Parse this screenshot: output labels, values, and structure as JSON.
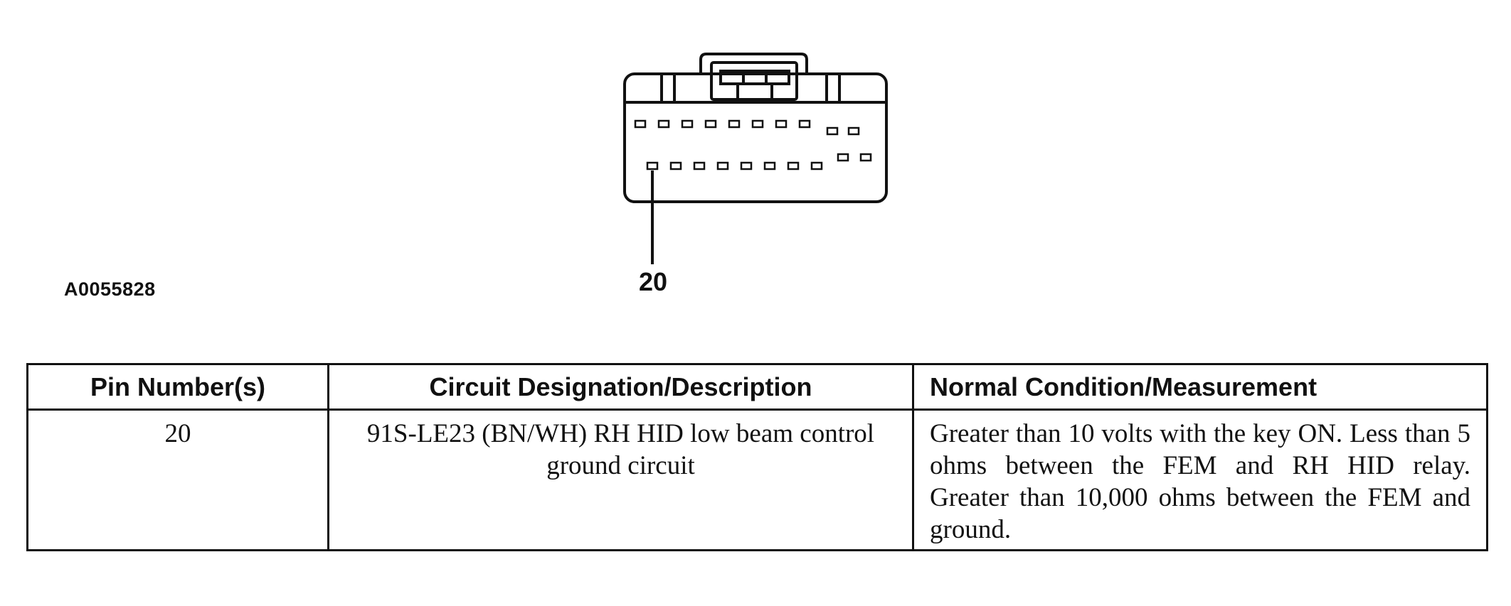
{
  "figure": {
    "id_label": "A0055828",
    "pin_callout": "20"
  },
  "table": {
    "headers": [
      "Pin Number(s)",
      "Circuit Designation/Description",
      "Normal Condition/Measurement"
    ],
    "rows": [
      {
        "pin": "20",
        "circuit": "91S-LE23 (BN/WH) RH HID low beam control ground circuit",
        "condition": "Greater than 10 volts with the key ON. Less than 5 ohms between the FEM and RH HID relay. Greater than 10,000 ohms between the FEM and ground."
      }
    ]
  }
}
